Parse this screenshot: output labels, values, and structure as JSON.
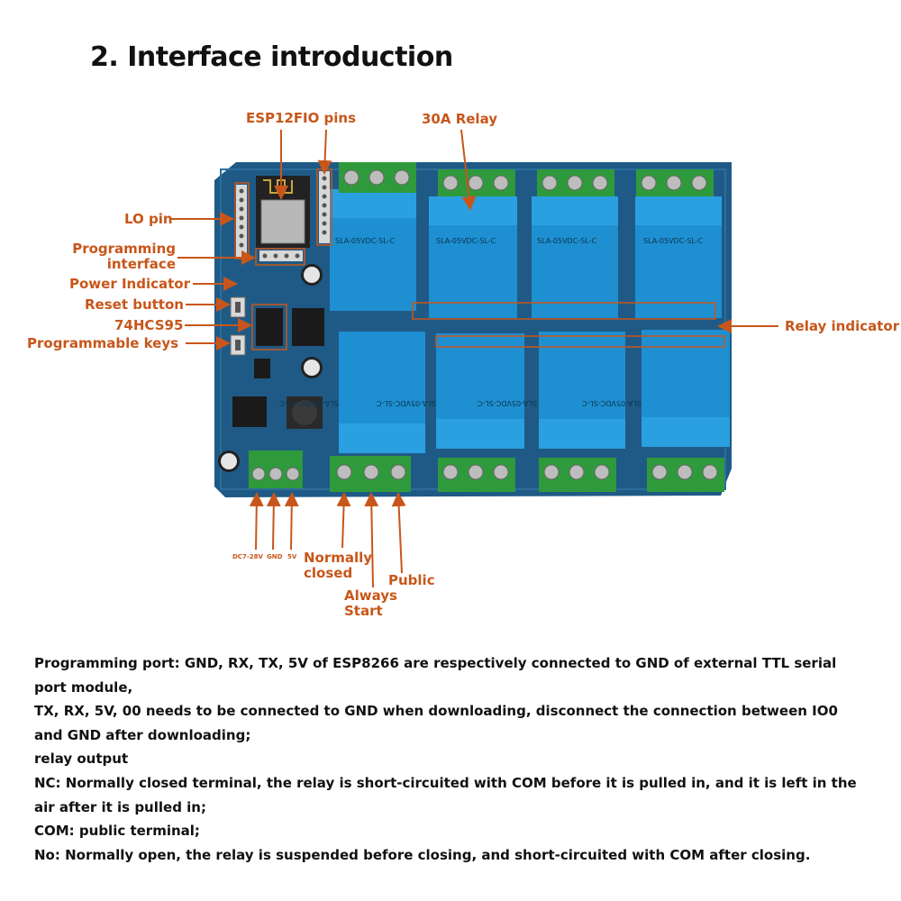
{
  "title": "2. Interface introduction",
  "labels": {
    "esp12f": "ESP12F",
    "io_pins": "IO pins",
    "relay_30a": "30A Relay",
    "lo_pin": "LO pin",
    "programming_interface_1": "Programming",
    "programming_interface_2": "interface",
    "power_indicator": "Power Indicator",
    "reset_button": "Reset button",
    "chip_74hcs95": "74HCS95",
    "programmable_keys": "Programmable keys",
    "relay_indicator": "Relay indicator",
    "dc_in": "DC7-28V",
    "gnd": "GND",
    "v5": "5V",
    "normally_closed_1": "Normally",
    "normally_closed_2": "closed",
    "always_start_1": "Always",
    "always_start_2": "Start",
    "public": "Public"
  },
  "relay_model": "SLA-05VDC-SL-C",
  "description": [
    "Programming port: GND, RX, TX, 5V of ESP8266 are respectively connected to GND of external TTL serial",
    "port module,",
    "TX, RX, 5V, 00 needs to be connected to GND when downloading, disconnect the connection between IO0",
    "and GND after downloading;",
    "relay output",
    "NC: Normally closed terminal, the relay is short-circuited with COM before it is pulled in, and it is left in the",
    "air after it is pulled in;",
    "COM: public terminal;",
    "No: Normally open, the relay is suspended before closing, and short-circuited with COM after closing."
  ],
  "colors": {
    "accent": "#c8561a",
    "pcb": "#1f5a86",
    "relay": "#1e8fd0",
    "terminal": "#2f9a3c"
  }
}
